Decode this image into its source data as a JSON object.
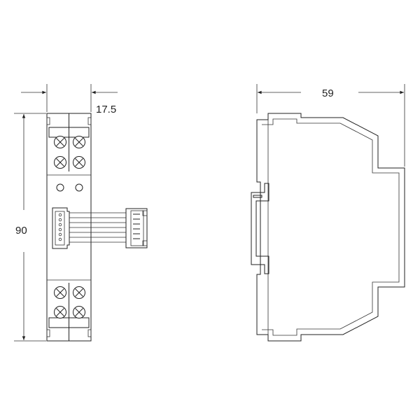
{
  "dimensions": {
    "width_label": "17.5",
    "height_label": "90",
    "depth_label": "59"
  },
  "colors": {
    "line": "#222222",
    "connector_fill": "#e8e8e8",
    "rail_fill": "#bdbdbd"
  }
}
